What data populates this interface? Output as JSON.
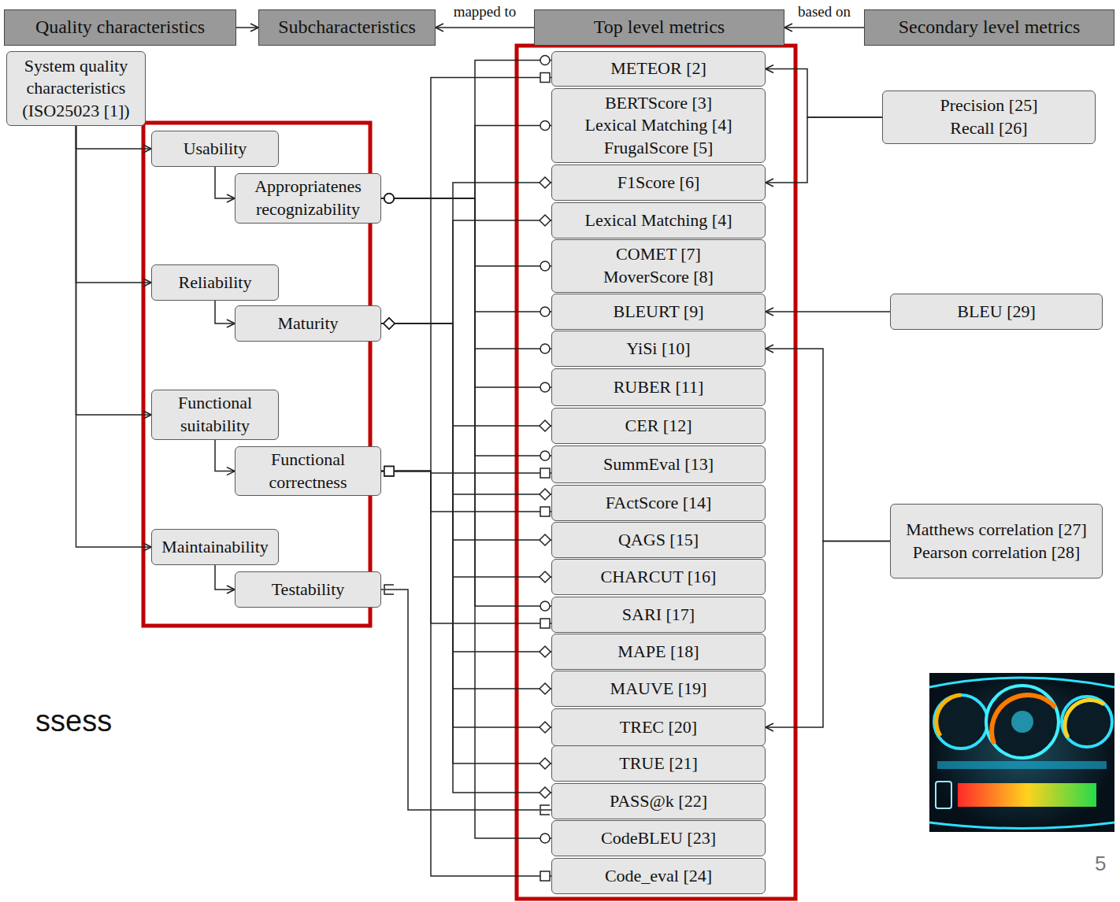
{
  "diagram": {
    "nodes": [
      {
        "text": [
          "Quality characteristics"
        ]
      },
      {
        "text": [
          "Subcharacteristics"
        ]
      },
      {
        "text": [
          "Top level metrics"
        ]
      },
      {
        "text": [
          "Secondary level metrics"
        ]
      },
      {
        "text": [
          "System quality characteristics (ISO25023 [1])"
        ]
      },
      {
        "text": [
          "Usability"
        ]
      },
      {
        "text": [
          "Appropriatenes recognizability"
        ]
      },
      {
        "text": [
          "Reliability"
        ]
      },
      {
        "text": [
          "Maturity"
        ]
      },
      {
        "text": [
          "Functional suitability"
        ]
      },
      {
        "text": [
          "Functional correctness"
        ]
      },
      {
        "text": [
          "Maintainability"
        ]
      },
      {
        "text": [
          "Testability"
        ]
      },
      {
        "text": [
          "METEOR [2]"
        ]
      },
      {
        "text": [
          "BERTScore [3]",
          "Lexical Matching [4]",
          "FrugalScore [5]"
        ]
      },
      {
        "text": [
          "F1Score [6]"
        ]
      },
      {
        "text": [
          "Lexical Matching [4]"
        ]
      },
      {
        "text": [
          "COMET [7]",
          "MoverScore [8]"
        ]
      },
      {
        "text": [
          "BLEURT [9]"
        ]
      },
      {
        "text": [
          "YiSi [10]"
        ]
      },
      {
        "text": [
          "RUBER [11]"
        ]
      },
      {
        "text": [
          "CER [12]"
        ]
      },
      {
        "text": [
          "SummEval [13]"
        ]
      },
      {
        "text": [
          "FActScore [14]"
        ]
      },
      {
        "text": [
          "QAGS [15]"
        ]
      },
      {
        "text": [
          "CHARCUT [16]"
        ]
      },
      {
        "text": [
          "SARI [17]"
        ]
      },
      {
        "text": [
          "MAPE [18]"
        ]
      },
      {
        "text": [
          "MAUVE [19]"
        ]
      },
      {
        "text": [
          "TREC [20]"
        ]
      },
      {
        "text": [
          "TRUE [21]"
        ]
      },
      {
        "text": [
          "PASS@k [22]"
        ]
      },
      {
        "text": [
          "CodeBLEU [23]"
        ]
      },
      {
        "text": [
          "Code_eval [24]"
        ]
      },
      {
        "text": [
          "Precision [25]",
          "Recall [26]"
        ]
      },
      {
        "text": [
          "BLEU [29]"
        ]
      },
      {
        "text": [
          "Matthews correlation [27]",
          "Pearson correlation [28]"
        ]
      }
    ],
    "edges": [
      {
        "from": 0,
        "to": 1,
        "arrow": "to"
      },
      {
        "from": 2,
        "to": 1,
        "label": "mapped to",
        "arrow": "to"
      },
      {
        "from": 3,
        "to": 2,
        "label": "based on",
        "arrow": "to"
      },
      {
        "from": 4,
        "to": 5,
        "arrow": "to"
      },
      {
        "from": 4,
        "to": 7,
        "arrow": "to"
      },
      {
        "from": 4,
        "to": 9,
        "arrow": "to"
      },
      {
        "from": 4,
        "to": 11,
        "arrow": "to"
      },
      {
        "from": 5,
        "to": 6,
        "arrow": "to"
      },
      {
        "from": 7,
        "to": 8,
        "arrow": "to"
      },
      {
        "from": 9,
        "to": 10,
        "arrow": "to"
      },
      {
        "from": 11,
        "to": 12,
        "arrow": "to"
      },
      {
        "from": 13,
        "to": 6,
        "arrow": "none"
      },
      {
        "from": 14,
        "to": 6,
        "arrow": "none"
      },
      {
        "from": 17,
        "to": 6,
        "arrow": "none"
      },
      {
        "from": 18,
        "to": 6,
        "arrow": "none"
      },
      {
        "from": 19,
        "to": 6,
        "arrow": "none"
      },
      {
        "from": 20,
        "to": 6,
        "arrow": "none"
      },
      {
        "from": 22,
        "to": 6,
        "arrow": "none"
      },
      {
        "from": 26,
        "to": 6,
        "arrow": "none"
      },
      {
        "from": 32,
        "to": 6,
        "arrow": "none"
      },
      {
        "from": 15,
        "to": 8,
        "arrow": "none"
      },
      {
        "from": 16,
        "to": 8,
        "arrow": "none"
      },
      {
        "from": 21,
        "to": 8,
        "arrow": "none"
      },
      {
        "from": 23,
        "to": 8,
        "arrow": "none"
      },
      {
        "from": 24,
        "to": 8,
        "arrow": "none"
      },
      {
        "from": 25,
        "to": 8,
        "arrow": "none"
      },
      {
        "from": 27,
        "to": 8,
        "arrow": "none"
      },
      {
        "from": 28,
        "to": 8,
        "arrow": "none"
      },
      {
        "from": 29,
        "to": 8,
        "arrow": "none"
      },
      {
        "from": 30,
        "to": 8,
        "arrow": "none"
      },
      {
        "from": 31,
        "to": 8,
        "arrow": "none"
      },
      {
        "from": 13,
        "to": 10,
        "arrow": "none"
      },
      {
        "from": 22,
        "to": 10,
        "arrow": "none"
      },
      {
        "from": 23,
        "to": 10,
        "arrow": "none"
      },
      {
        "from": 26,
        "to": 10,
        "arrow": "none"
      },
      {
        "from": 33,
        "to": 10,
        "arrow": "none"
      },
      {
        "from": 31,
        "to": 12,
        "arrow": "none"
      },
      {
        "from": 34,
        "to": 13,
        "arrow": "to"
      },
      {
        "from": 34,
        "to": 15,
        "arrow": "to"
      },
      {
        "from": 35,
        "to": 18,
        "arrow": "to"
      },
      {
        "from": 36,
        "to": 19,
        "arrow": "to"
      },
      {
        "from": 36,
        "to": 29,
        "arrow": "to"
      }
    ],
    "labels": [
      "ssess",
      "5"
    ]
  }
}
